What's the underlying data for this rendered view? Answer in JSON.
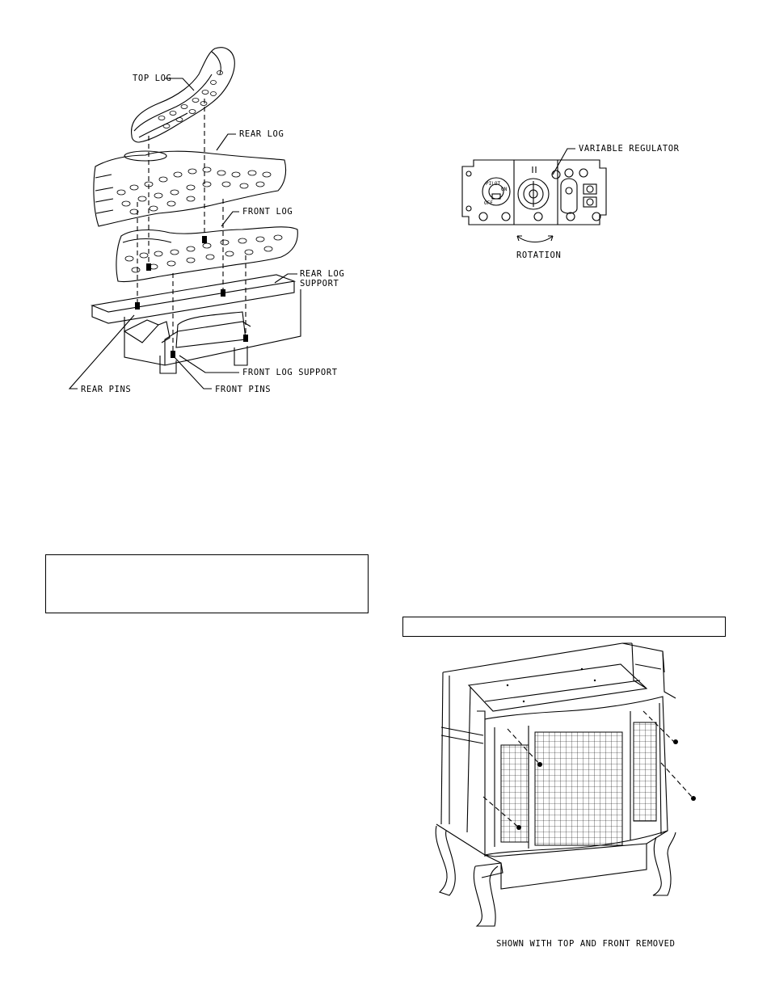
{
  "log_diagram": {
    "top_log": "TOP LOG",
    "rear_log": "REAR LOG",
    "front_log": "FRONT LOG",
    "rear_log_support": "REAR LOG SUPPORT",
    "front_log_support": "FRONT LOG SUPPORT",
    "rear_pins": "REAR PINS",
    "front_pins": "FRONT PINS"
  },
  "valve_diagram": {
    "variable_regulator": "VARIABLE REGULATOR",
    "rotation": "ROTATION",
    "pilot_knob": "PILOT",
    "on_mark": "ON",
    "off_mark": "OFF"
  },
  "notice_box": {
    "text": ""
  },
  "header_bar": {
    "text": ""
  },
  "stove_diagram": {
    "caption": "SHOWN WITH TOP AND FRONT REMOVED"
  }
}
